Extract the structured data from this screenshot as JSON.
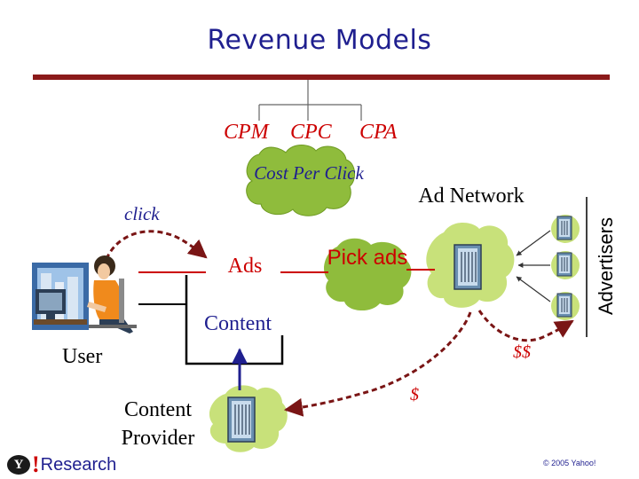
{
  "title": "Revenue Models",
  "models": {
    "cpm": "CPM",
    "cpc": "CPC",
    "cpa": "CPA"
  },
  "cloud_label": "Cost Per Click",
  "click_label": "click",
  "ad_network_label": "Ad Network",
  "pick_ads_label": "Pick ads",
  "ads_label": "Ads",
  "content_label": "Content",
  "user_label": "User",
  "content_provider_label": "Content Provider",
  "advertisers_label": "Advertisers",
  "money_large": "$$",
  "money_small": "$",
  "logo": {
    "letter": "Y",
    "bang": "!",
    "text": "Research"
  },
  "copyright": "© 2005 Yahoo!",
  "colors": {
    "title": "#1f1f8f",
    "accent_red": "#cc0000",
    "cloud_fill": "#8fbc3c",
    "bar": "#8b1a1a",
    "dashed_arrow": "#8b1a1a"
  }
}
